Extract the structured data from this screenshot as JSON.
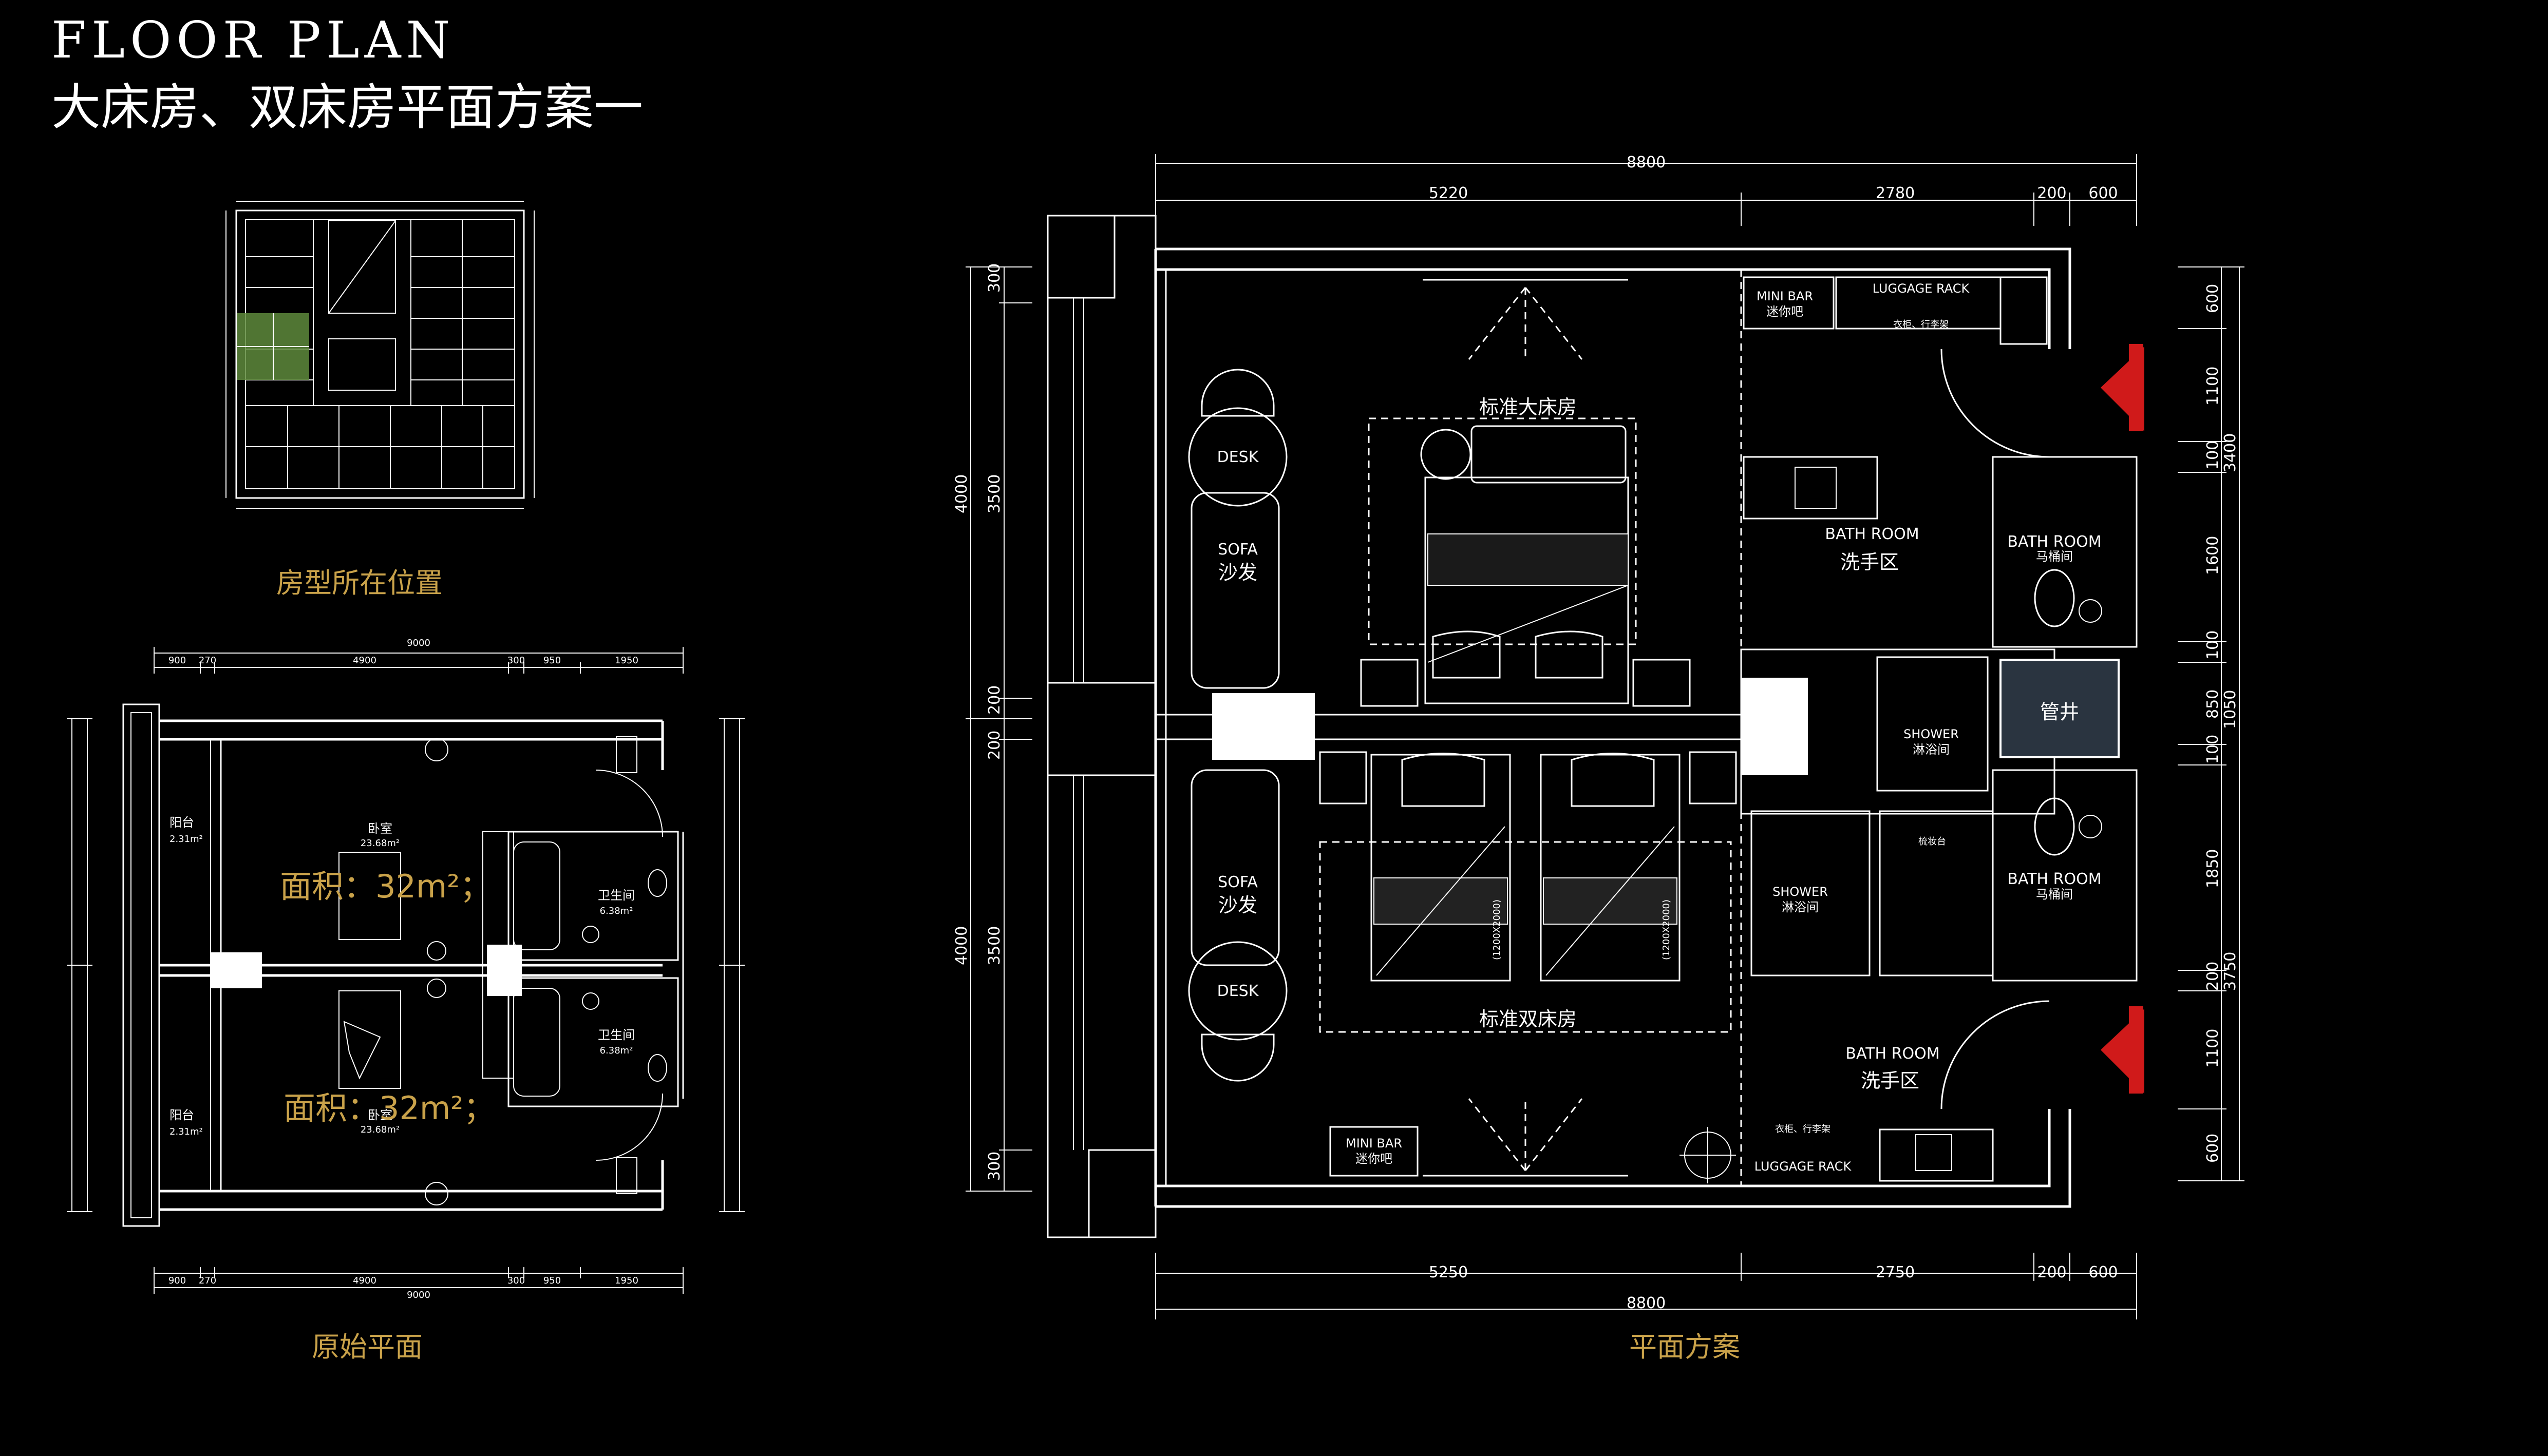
{
  "header": {
    "title": "FLOOR PLAN",
    "subtitle": "大床房、双床房平面方案一"
  },
  "captions": {
    "location": "房型所在位置",
    "original": "原始平面",
    "scheme": "平面方案"
  },
  "original_plan": {
    "area_top": "面积：32m²；",
    "area_bottom": "面积：32m²；",
    "balcony": "阳台",
    "balcony_area": "2.31m²",
    "bedroom": "卧室",
    "bedroom_area": "23.68m²",
    "bathroom": "卫生间",
    "bathroom_area": "6.38m²",
    "dims_top": [
      "900",
      "270",
      "4900",
      "300",
      "950",
      "1950"
    ],
    "dims_total": "9000"
  },
  "scheme_plan": {
    "dims_top": [
      "5220",
      "2780",
      "200",
      "600"
    ],
    "dims_bottom": [
      "5250",
      "2750",
      "200",
      "600"
    ],
    "dims_total": "8800",
    "dims_left": [
      "300",
      "3500",
      "4000",
      "200",
      "200",
      "3500",
      "4000",
      "300"
    ],
    "dims_right": [
      "600",
      "1100",
      "100",
      "3400",
      "1600",
      "100",
      "850",
      "1050",
      "100",
      "1850",
      "200",
      "3750",
      "1100",
      "600"
    ],
    "king_room": "标准大床房",
    "twin_room": "标准双床房",
    "desk": "DESK",
    "sofa": "SOFA",
    "sofa_cn": "沙发",
    "mini_bar": "MINI BAR",
    "mini_bar_cn": "迷你吧",
    "luggage_rack": "LUGGAGE RACK",
    "luggage_cn": "衣柜、行李架",
    "bath_room": "BATH ROOM",
    "wash_area": "洗手区",
    "toilet_cn": "马桶间",
    "shower": "SHOWER",
    "shower_cn": "淋浴间",
    "shaft": "管井",
    "vanity": "梳妆台",
    "bed_size": "(1200X2000)"
  },
  "colors": {
    "accent_gold": "#c9a24a",
    "highlight_green": "#5e8a3c",
    "entry_red": "#d01a1a",
    "shaft_fill": "#2a3440"
  }
}
